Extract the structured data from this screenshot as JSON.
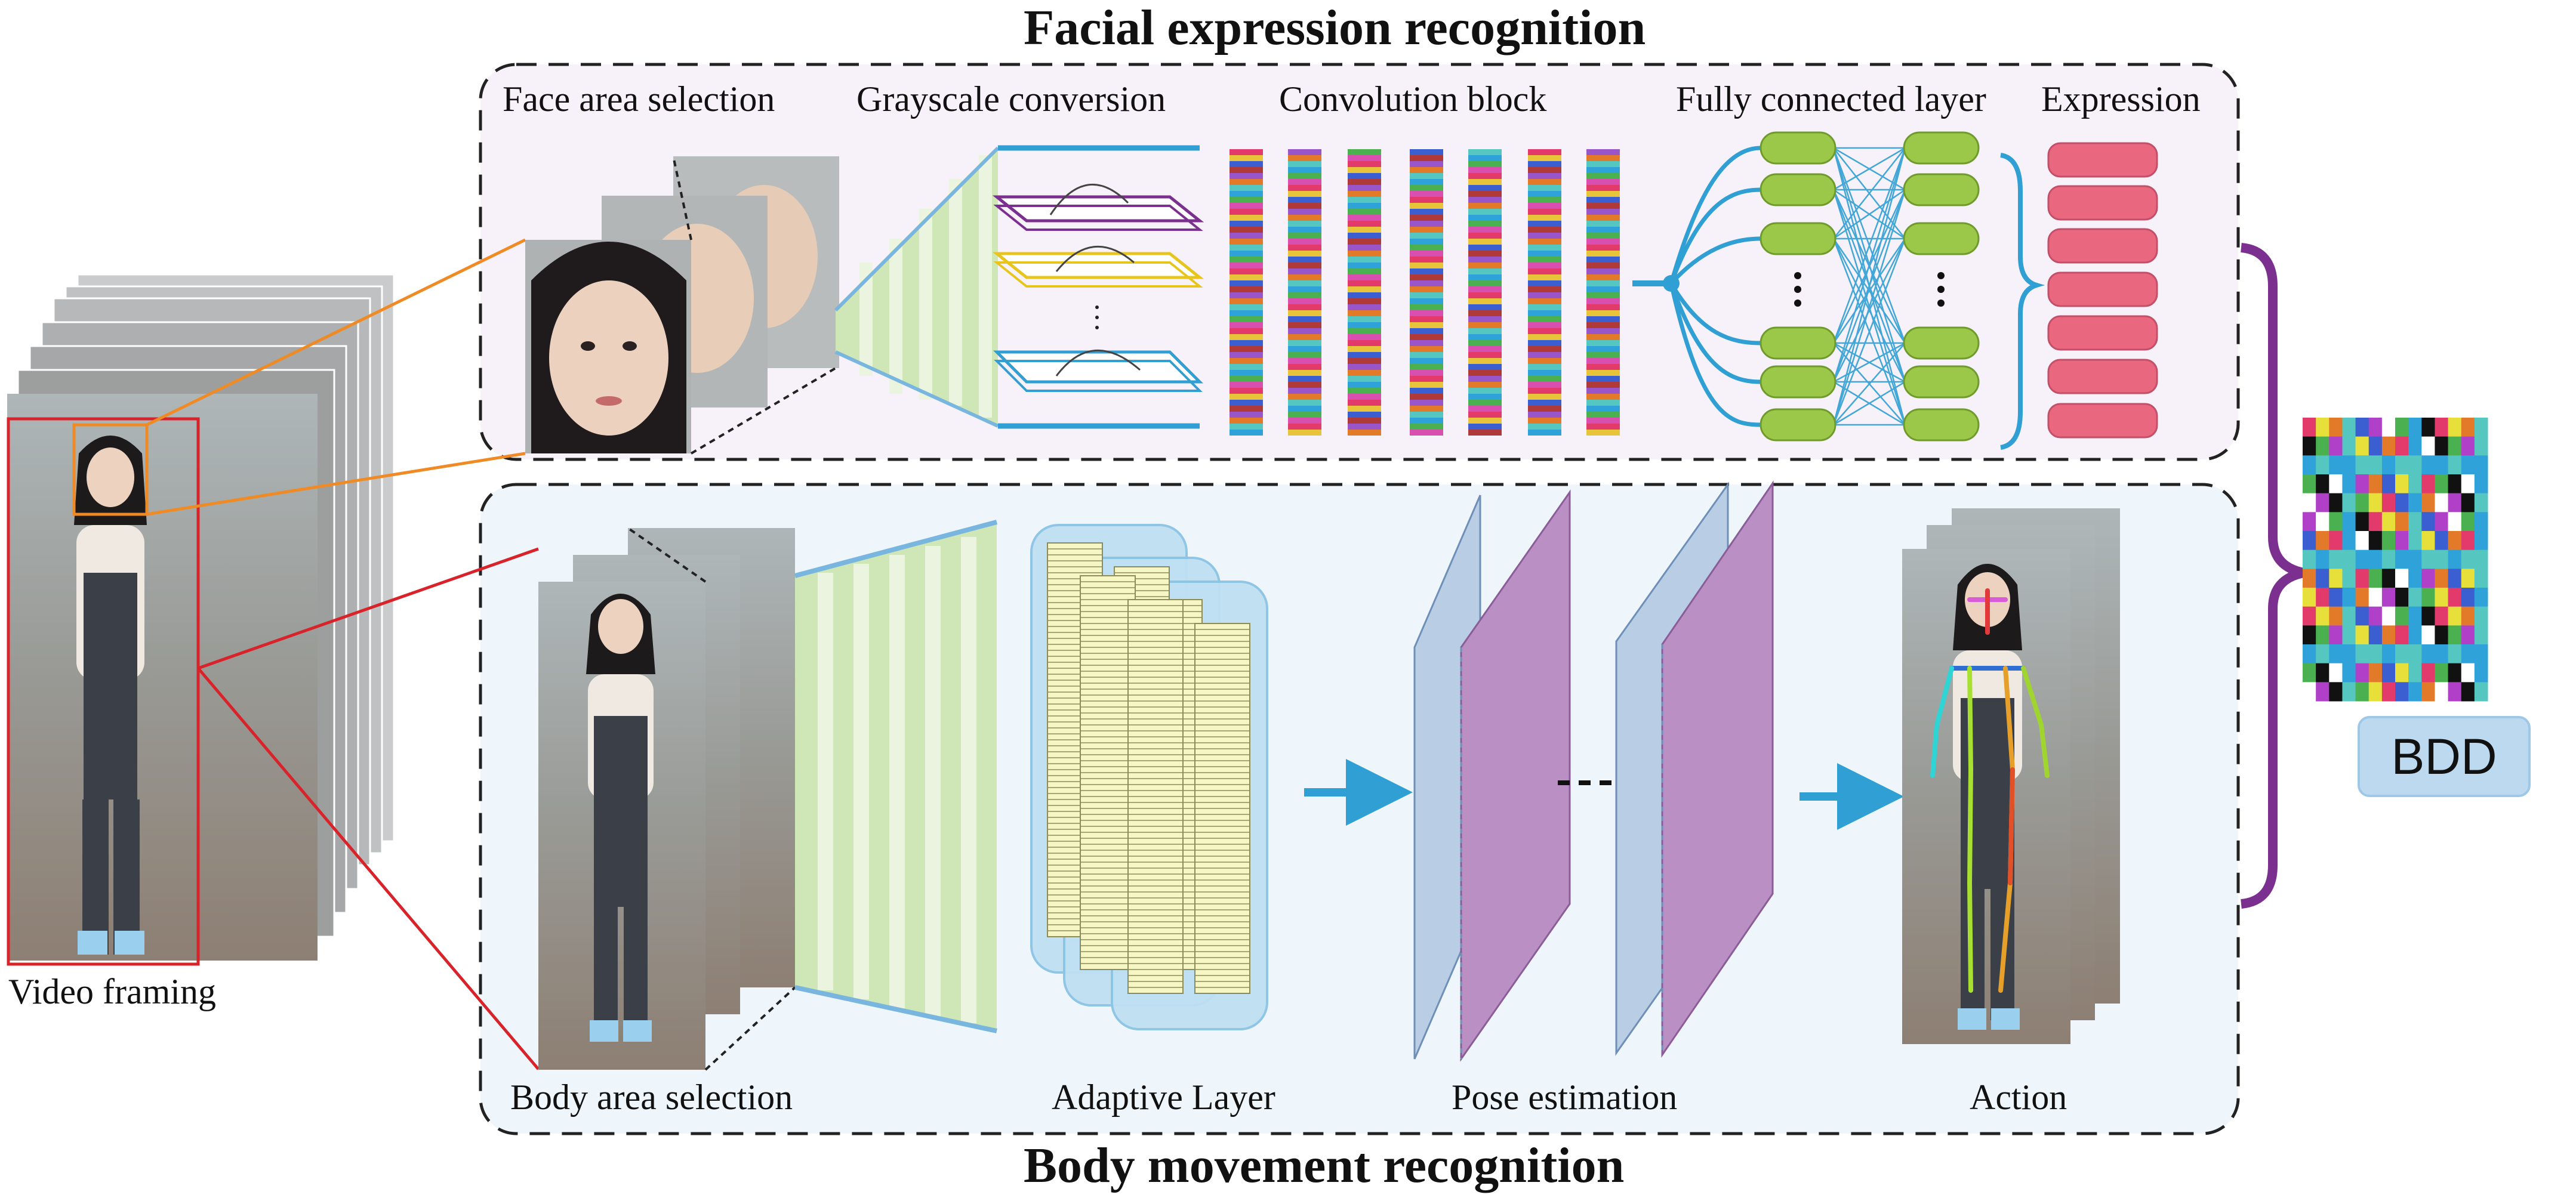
{
  "titles": {
    "top": "Facial expression recognition",
    "bottom": "Body movement recognition"
  },
  "labels": {
    "video_framing": "Video framing",
    "face_area_selection": "Face area selection",
    "grayscale_conversion": "Grayscale conversion",
    "convolution_block": "Convolution block",
    "fully_connected_layer": "Fully connected layer",
    "expression": "Expression",
    "body_area_selection": "Body area selection",
    "adaptive_layer": "Adaptive Layer",
    "pose_estimation": "Pose estimation",
    "action": "Action",
    "bdd": "BDD"
  },
  "colors": {
    "face_panel": "#f7f1f9",
    "body_panel": "#eef6fb",
    "orange_link": "#f08a24",
    "red_link": "#d9232a",
    "blue_link": "#2f9fd4",
    "fc_node": "#9cc84a",
    "expression_node": "#e9677f",
    "purple_brace": "#7b2f8e"
  }
}
